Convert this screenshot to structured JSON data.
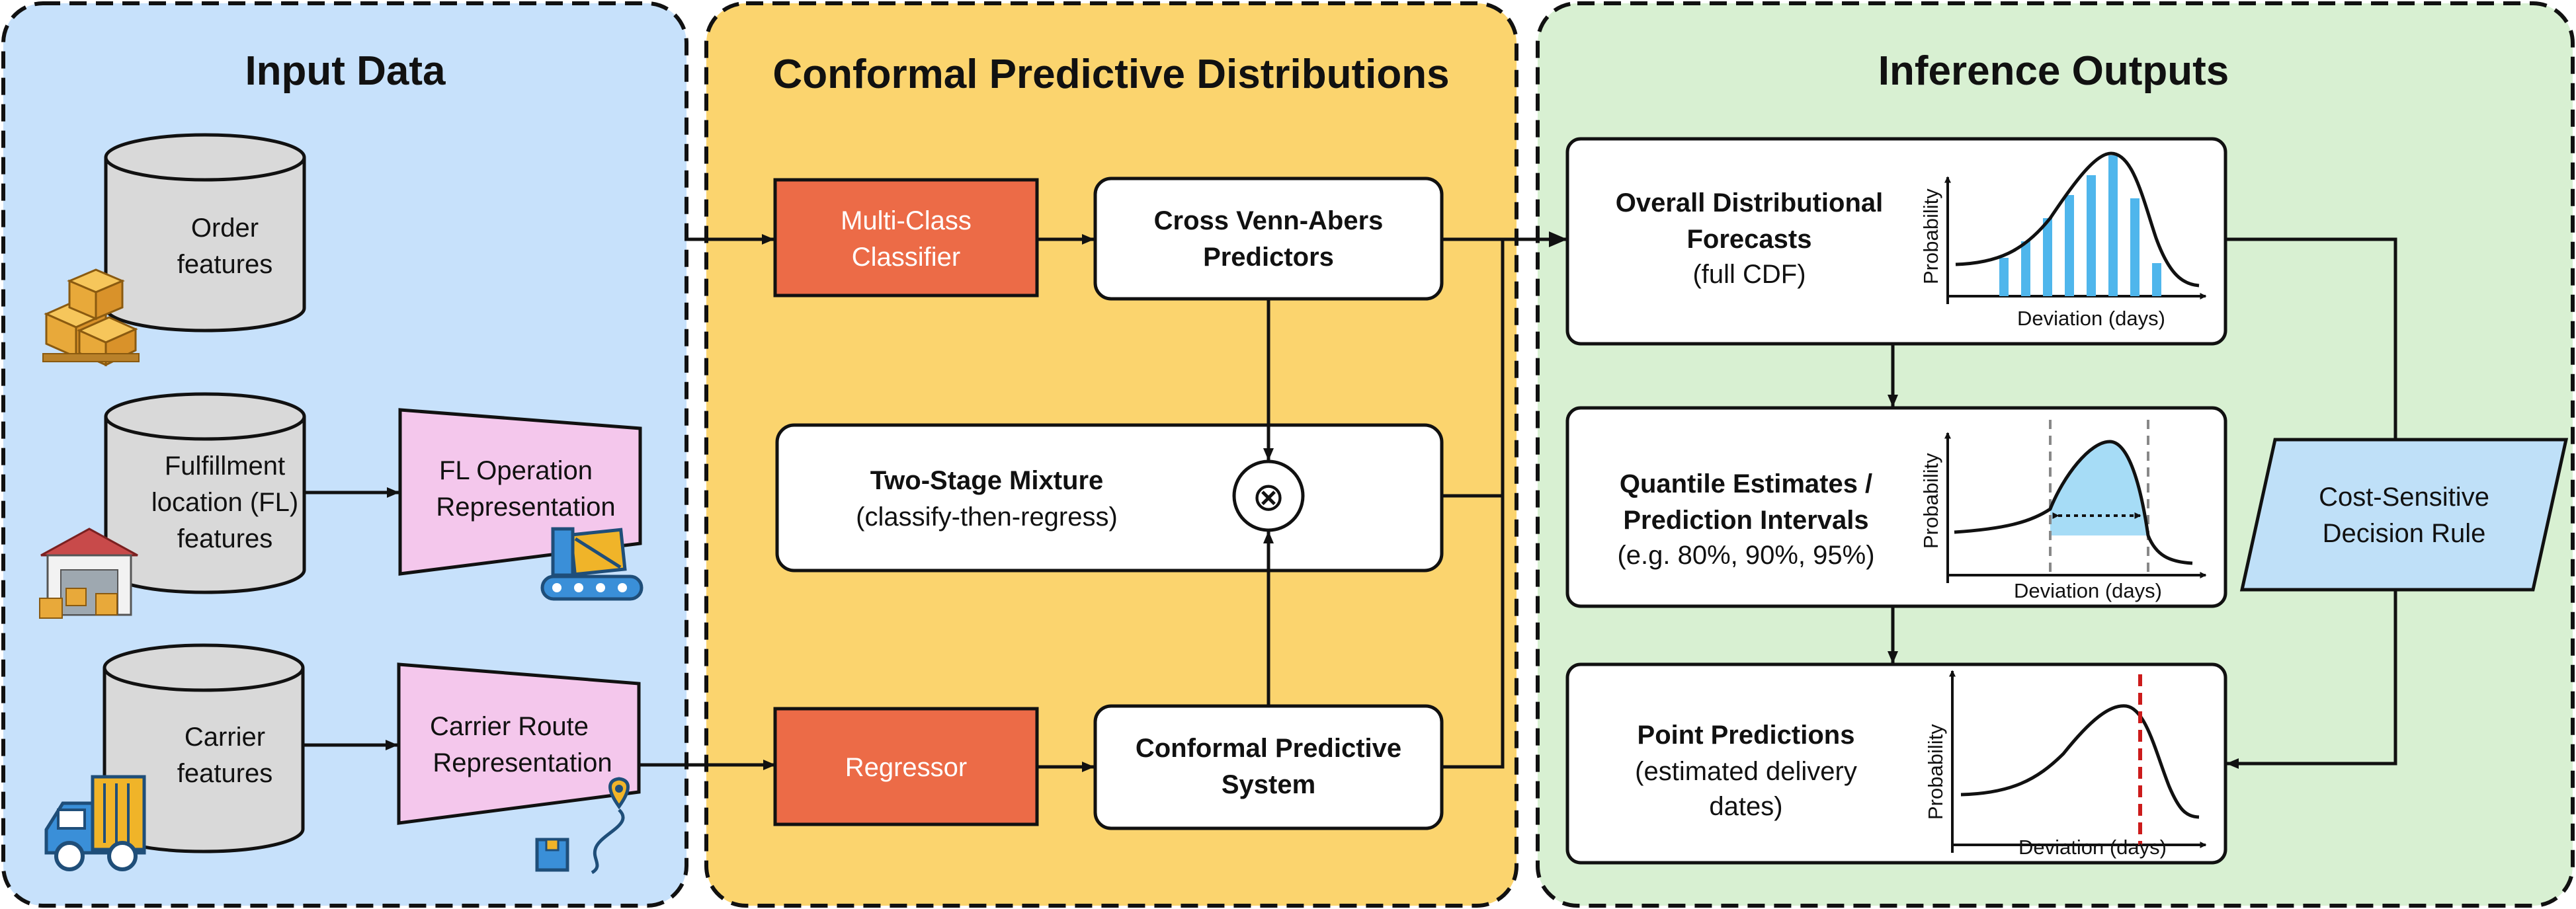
{
  "panels": {
    "input": {
      "title": "Input Data",
      "bg": "#c7e1fb"
    },
    "cpd": {
      "title": "Conformal Predictive Distributions",
      "bg": "#fbd46e"
    },
    "outputs": {
      "title": "Inference Outputs",
      "bg": "#d8f0d2"
    }
  },
  "input": {
    "order": [
      "Order",
      "features"
    ],
    "fulfillment": [
      "Fulfillment",
      "location (FL)",
      "features"
    ],
    "carrier": [
      "Carrier",
      "features"
    ],
    "fl_rep": [
      "FL Operation",
      "Representation"
    ],
    "carrier_rep": [
      "Carrier Route",
      "Representation"
    ],
    "icons": [
      "boxes-icon",
      "warehouse-icon",
      "conveyor-icon",
      "truck-icon",
      "route-pin-icon"
    ]
  },
  "cpd": {
    "classifier": [
      "Multi-Class",
      "Classifier"
    ],
    "regressor": "Regressor",
    "venn_abers": [
      "Cross Venn-Abers",
      "Predictors"
    ],
    "mixture_title": "Two-Stage Mixture",
    "mixture_sub": "(classify-then-regress)",
    "mixture_symbol": "⊗",
    "cps": [
      "Conformal Predictive",
      "System"
    ]
  },
  "outputs": {
    "overall": {
      "title": [
        "Overall Distributional",
        "Forecasts"
      ],
      "sub": "(full CDF)"
    },
    "quantile": {
      "title": [
        "Quantile Estimates /",
        "Prediction Intervals"
      ],
      "sub": "(e.g. 80%, 90%, 95%)"
    },
    "point": {
      "title": "Point Predictions",
      "sub": [
        "(estimated delivery",
        "dates)"
      ]
    },
    "decision": [
      "Cost-Sensitive",
      "Decision Rule"
    ],
    "ylabel": "Probability",
    "xlabel": "Deviation (days)"
  },
  "colors": {
    "orange": "#ec6b47",
    "pink": "#f4c7ec",
    "cylinder": "#d9d9d9",
    "decision": "#bfe0f8",
    "bars": "#4fb6ec",
    "interval": "#a6dcf6",
    "dashed_red": "#cc1b1b",
    "icon_blue": "#3a8fd8",
    "icon_gold": "#f0b429"
  }
}
